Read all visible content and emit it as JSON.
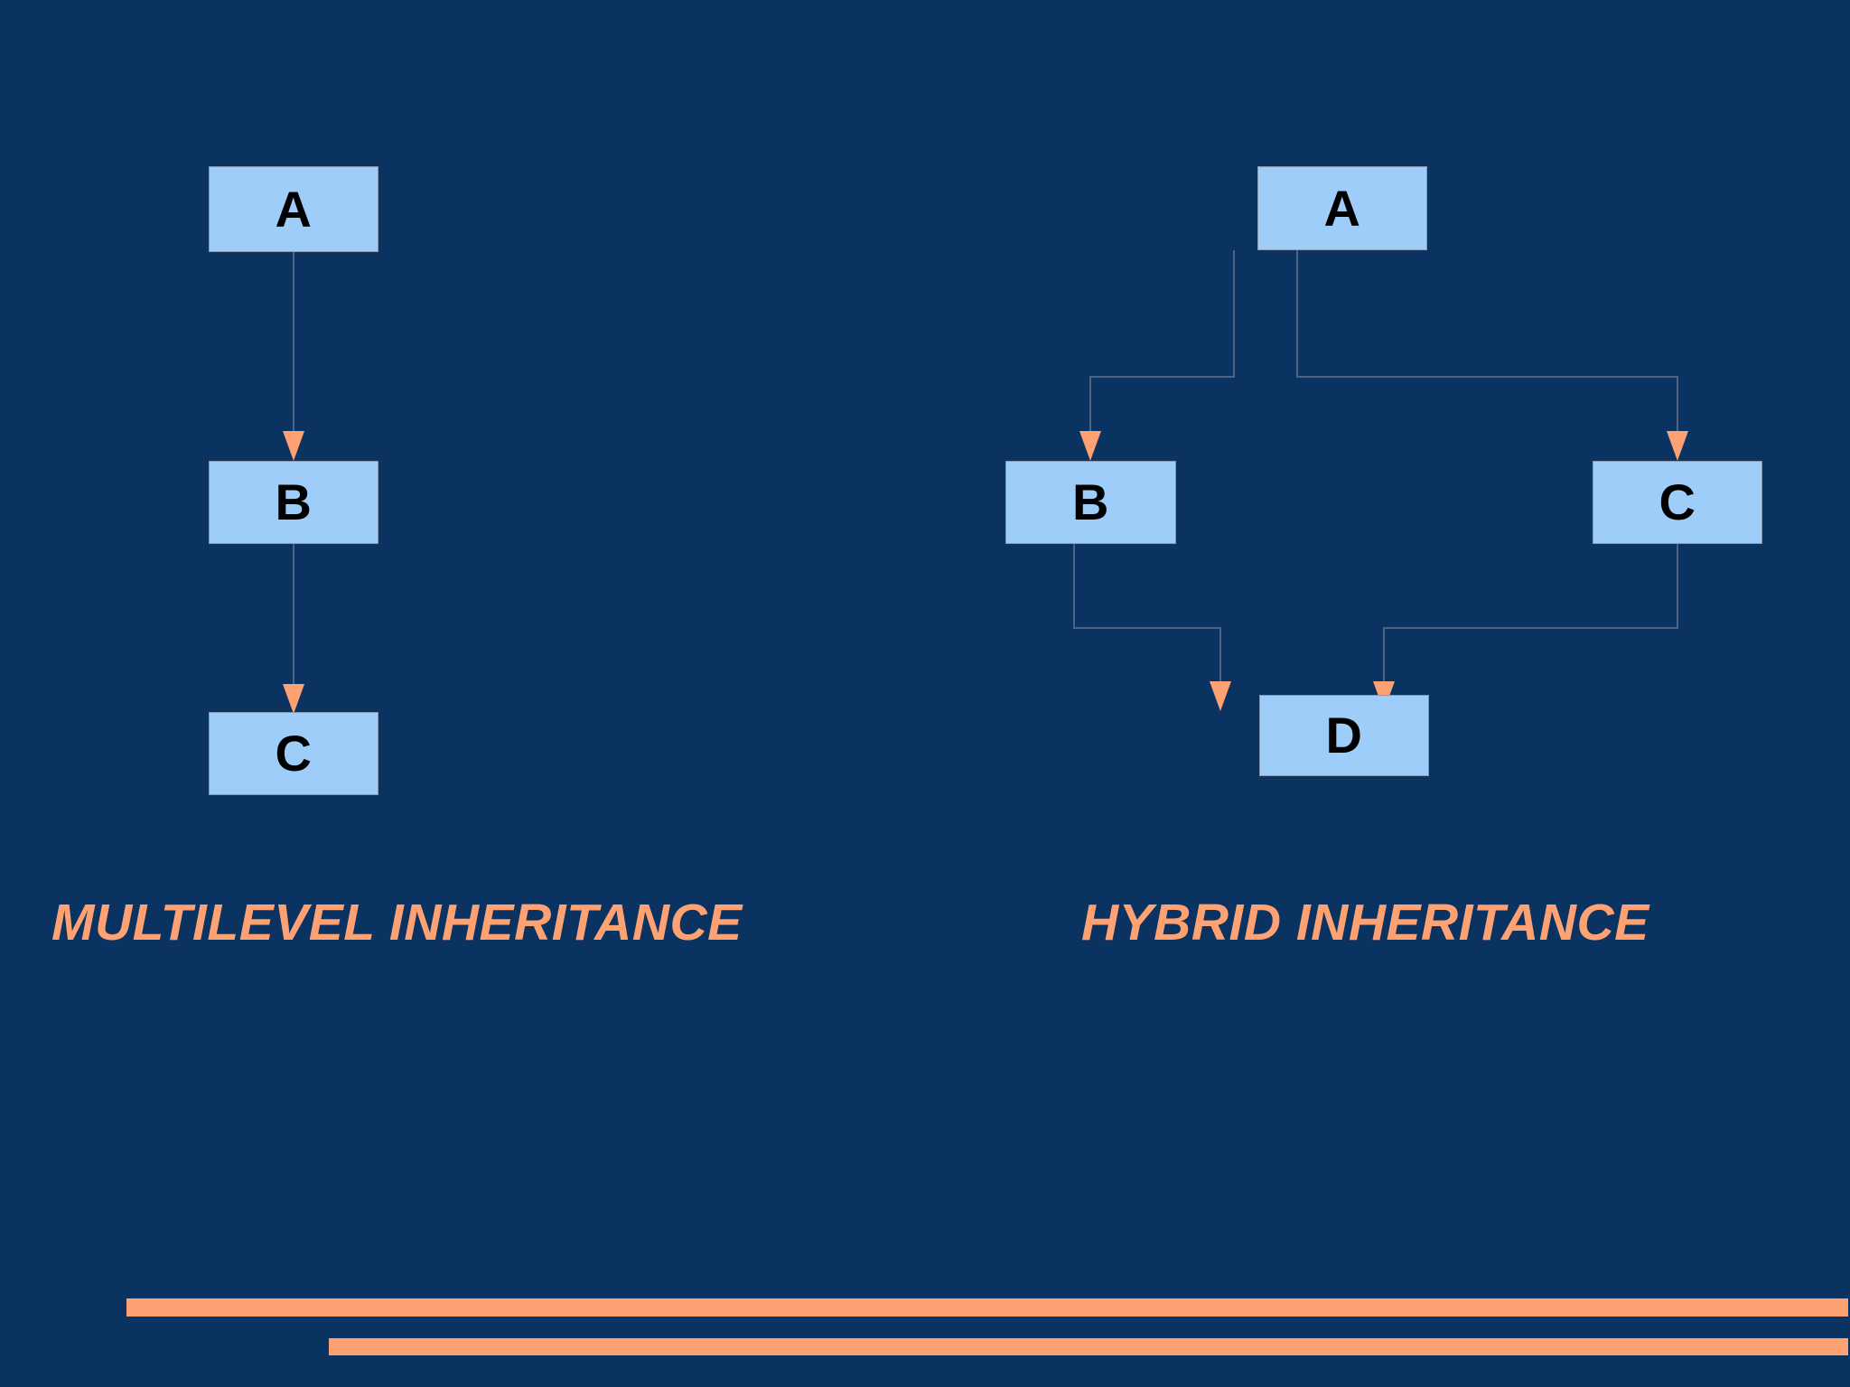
{
  "slide": {
    "background_color": "#0a3362",
    "node_fill_color": "#9ecdfa",
    "node_text_color": "#000000",
    "accent_color": "#ffa273",
    "connector_color": "#4d6480"
  },
  "diagrams": [
    {
      "name": "multilevel-inheritance",
      "caption": "MULTILEVEL INHERITANCE",
      "nodes": [
        {
          "id": "ml-a",
          "label": "A"
        },
        {
          "id": "ml-b",
          "label": "B"
        },
        {
          "id": "ml-c",
          "label": "C"
        }
      ],
      "edges": [
        {
          "from": "A",
          "to": "B"
        },
        {
          "from": "B",
          "to": "C"
        }
      ]
    },
    {
      "name": "hybrid-inheritance",
      "caption": "HYBRID INHERITANCE",
      "nodes": [
        {
          "id": "hy-a",
          "label": "A"
        },
        {
          "id": "hy-b",
          "label": "B"
        },
        {
          "id": "hy-c",
          "label": "C"
        },
        {
          "id": "hy-d",
          "label": "D"
        }
      ],
      "edges": [
        {
          "from": "A",
          "to": "B"
        },
        {
          "from": "A",
          "to": "C"
        },
        {
          "from": "B",
          "to": "D"
        },
        {
          "from": "C",
          "to": "D"
        }
      ]
    }
  ],
  "footer": {
    "bar_top_color": "#ffa273",
    "bar_bottom_color": "#ffa273"
  }
}
